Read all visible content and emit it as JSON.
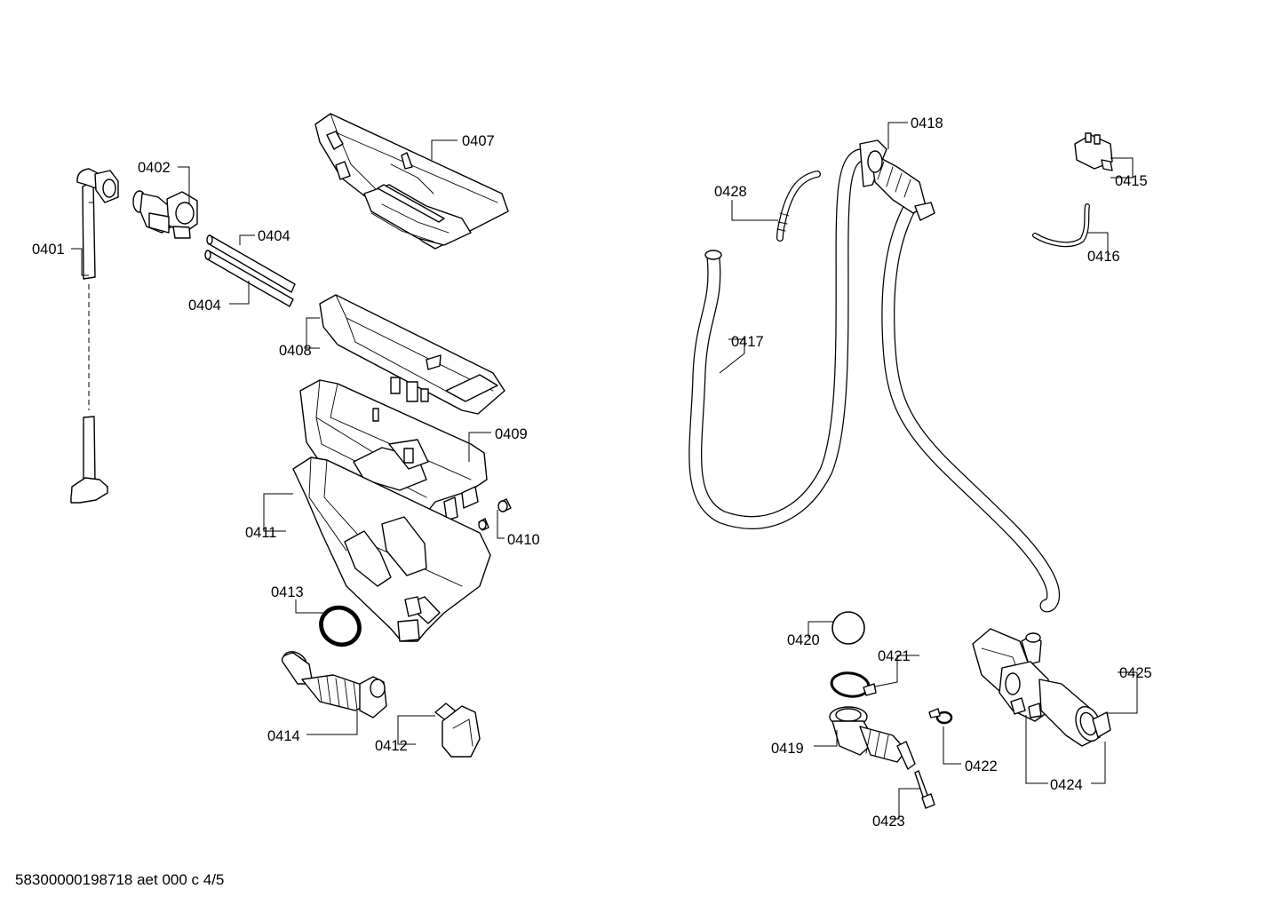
{
  "labels": {
    "p0401": "0401",
    "p0402": "0402",
    "p0404a": "0404",
    "p0404b": "0404",
    "p0407": "0407",
    "p0408": "0408",
    "p0409": "0409",
    "p0410": "0410",
    "p0411": "0411",
    "p0412": "0412",
    "p0413": "0413",
    "p0414": "0414",
    "p0415": "0415",
    "p0416": "0416",
    "p0417": "0417",
    "p0418": "0418",
    "p0419": "0419",
    "p0420": "0420",
    "p0421": "0421",
    "p0422": "0422",
    "p0423": "0423",
    "p0424": "0424",
    "p0425": "0425",
    "p0428": "0428"
  },
  "footer": {
    "document_id": "58300000198718 aet 000 c 4/5"
  }
}
